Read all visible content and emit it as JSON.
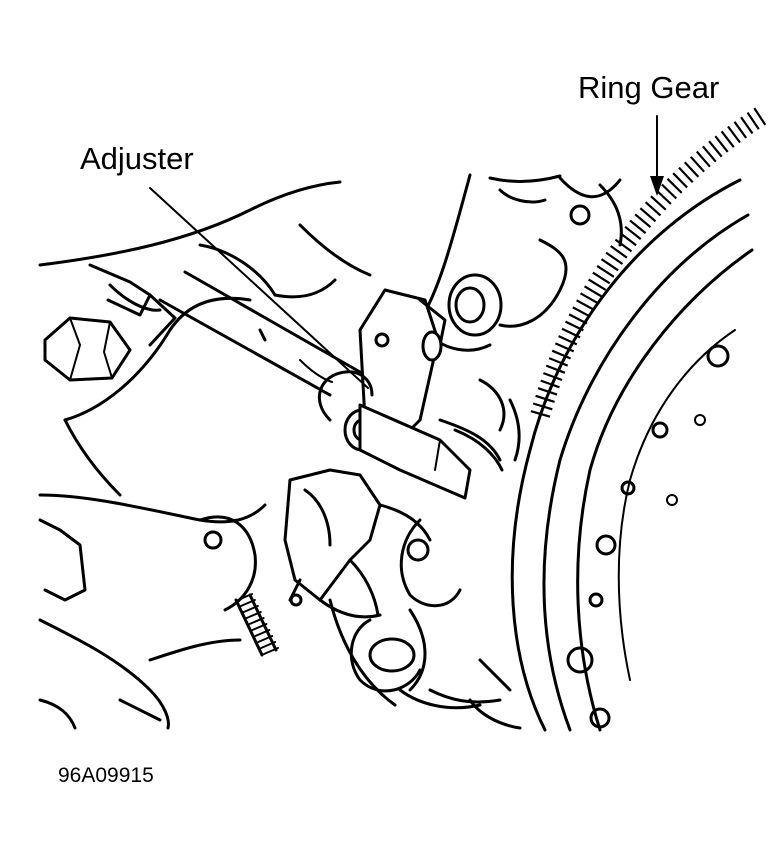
{
  "labels": {
    "ring_gear": "Ring Gear",
    "adjuster": "Adjuster"
  },
  "figure_id": "96A09915",
  "colors": {
    "ink": "#000000",
    "paper": "#ffffff"
  }
}
